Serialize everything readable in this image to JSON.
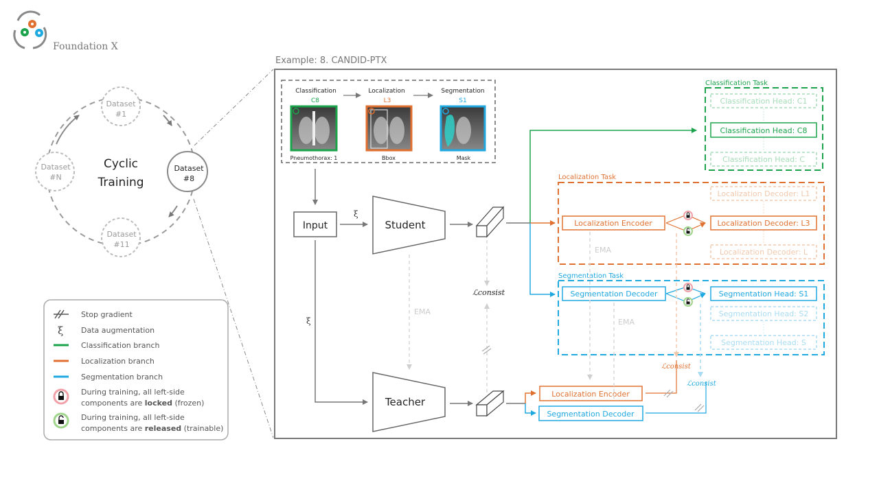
{
  "logo": {
    "text": "Foundation X"
  },
  "cycle": {
    "title_line1": "Cyclic",
    "title_line2": "Training",
    "datasets": [
      {
        "line1": "Dataset",
        "line2": "#1"
      },
      {
        "line1": "Dataset",
        "line2": "#8"
      },
      {
        "line1": "Dataset",
        "line2": "#11"
      },
      {
        "line1": "Dataset",
        "line2": "#N"
      }
    ]
  },
  "legend": {
    "items": [
      {
        "icon": "stop-gradient",
        "text": "Stop gradient"
      },
      {
        "icon": "xi",
        "symbol": "ξ",
        "text": "Data augmentation"
      },
      {
        "icon": "line",
        "color": "#1aa34a",
        "text": "Classification branch"
      },
      {
        "icon": "line",
        "color": "#e07030",
        "text": "Localization branch"
      },
      {
        "icon": "line",
        "color": "#1ea8e0",
        "text": "Segmentation branch"
      }
    ],
    "locked": {
      "line1": "During training, all left-side",
      "line2_pre": "components are ",
      "line2_bold": "locked",
      "line2_post": " (frozen)"
    },
    "released": {
      "line1": "During training, all left-side",
      "line2_pre": "components are ",
      "line2_bold": "released",
      "line2_post": " (trainable)"
    }
  },
  "example": {
    "title": "Example:  8. CANDID-PTX",
    "tasks_strip": {
      "classification": {
        "label": "Classification",
        "code": "C8",
        "caption": "Pneumothorax: 1"
      },
      "localization": {
        "label": "Localization",
        "code": "L3",
        "caption": "Bbox"
      },
      "segmentation": {
        "label": "Segmentation",
        "code": "S1",
        "caption": "Mask"
      }
    },
    "input": "Input",
    "student": "Student",
    "teacher": "Teacher",
    "xi": "ξ",
    "ema": "EMA",
    "loss": "ℒconsist",
    "classification_task": {
      "title": "Classification Task",
      "heads": [
        "Classification Head: C1",
        "Classification Head: C8",
        "Classification Head: C"
      ]
    },
    "localization_task": {
      "title": "Localization Task",
      "encoder": "Localization Encoder",
      "decoders": [
        "Localization Decoder: L1",
        "Localization Decoder: L3",
        "Localization Decoder: L"
      ]
    },
    "segmentation_task": {
      "title": "Segmentation Task",
      "decoder": "Segmentation Decoder",
      "heads": [
        "Segmentation Head: S1",
        "Segmentation Head: S2",
        "Segmentation Head: S"
      ]
    },
    "teacher_branches": {
      "localization": "Localization Encoder",
      "segmentation": "Segmentation Decoder"
    }
  },
  "colors": {
    "classification": "#1aa34a",
    "localization": "#e07030",
    "segmentation": "#1ea8e0",
    "gray": "#777777"
  }
}
